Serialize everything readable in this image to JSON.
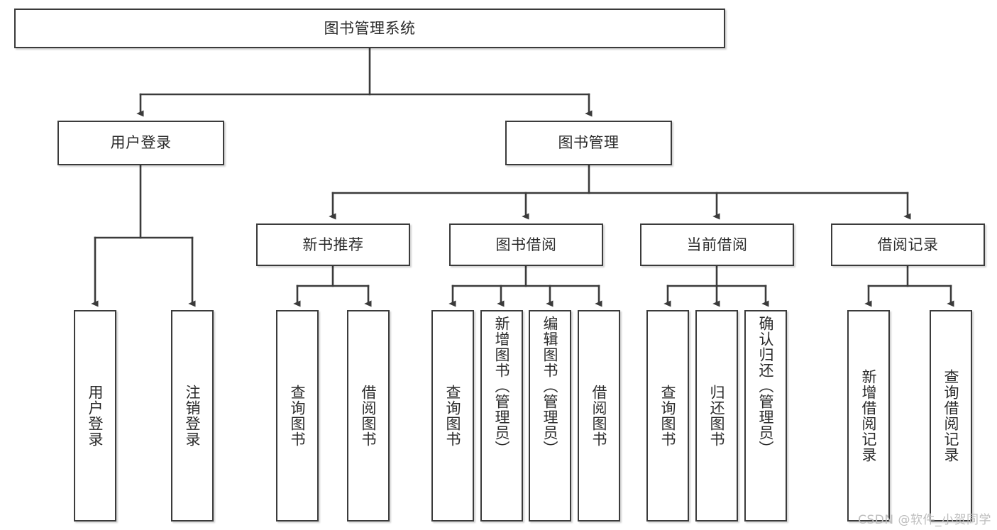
{
  "diagram": {
    "type": "tree-hierarchy",
    "title": "图书管理系统",
    "watermark": "CSDN @软件_小贺同学",
    "colors": {
      "stroke": "#3b3b3b",
      "fill": "#ffffff",
      "text": "#2b2b2b",
      "watermark": "#bdbdbd"
    },
    "nodes": {
      "root": {
        "label": "图书管理系统",
        "orientation": "horizontal"
      },
      "l2": [
        {
          "label": "用户登录",
          "orientation": "horizontal"
        },
        {
          "label": "图书管理",
          "orientation": "horizontal"
        }
      ],
      "l3": [
        {
          "label": "新书推荐",
          "orientation": "horizontal"
        },
        {
          "label": "图书借阅",
          "orientation": "horizontal"
        },
        {
          "label": "当前借阅",
          "orientation": "horizontal"
        },
        {
          "label": "借阅记录",
          "orientation": "horizontal"
        }
      ],
      "leaves": {
        "user_login": [
          {
            "label": "用户登录",
            "orientation": "vertical"
          },
          {
            "label": "注销登录",
            "orientation": "vertical"
          }
        ],
        "new_book": [
          {
            "label": "查询图书",
            "orientation": "vertical"
          },
          {
            "label": "借阅图书",
            "orientation": "vertical"
          }
        ],
        "borrow_book": [
          {
            "label": "查询图书",
            "orientation": "vertical"
          },
          {
            "label": "新增图书（管理员）",
            "orientation": "vertical"
          },
          {
            "label": "编辑图书（管理员）",
            "orientation": "vertical"
          },
          {
            "label": "借阅图书",
            "orientation": "vertical"
          }
        ],
        "current_borrow": [
          {
            "label": "查询图书",
            "orientation": "vertical"
          },
          {
            "label": "归还图书",
            "orientation": "vertical"
          },
          {
            "label": "确认归还（管理员）",
            "orientation": "vertical"
          }
        ],
        "borrow_record": [
          {
            "label": "新增借阅记录",
            "orientation": "vertical"
          },
          {
            "label": "查询借阅记录",
            "orientation": "vertical"
          }
        ]
      }
    }
  }
}
